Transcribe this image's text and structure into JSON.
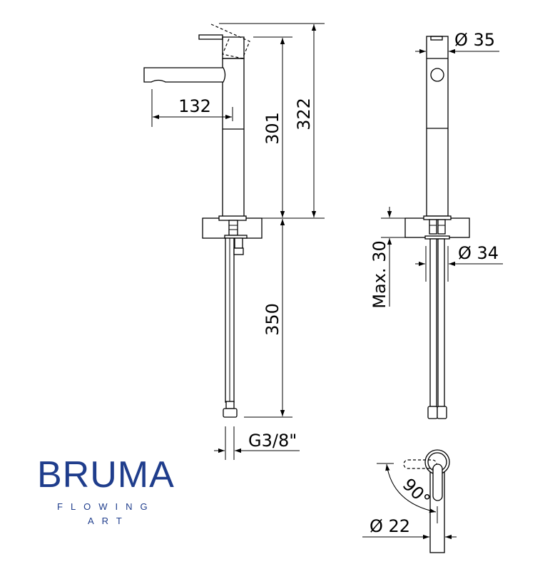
{
  "dimensions": {
    "spout_reach": "132",
    "body_height": "301",
    "total_height": "322",
    "hose_length": "350",
    "thread": "G3/8\"",
    "body_diameter": "Ø 35",
    "base_diameter": "Ø 34",
    "max_counter_thickness": "Max. 30",
    "lever_angle": "90°",
    "lever_diameter": "Ø 22"
  },
  "logo": {
    "brand": "BRUMA",
    "tagline_1": "FLOWING",
    "tagline_2": "ART"
  },
  "colors": {
    "brand": "#1f3d8c",
    "line": "#000000"
  }
}
